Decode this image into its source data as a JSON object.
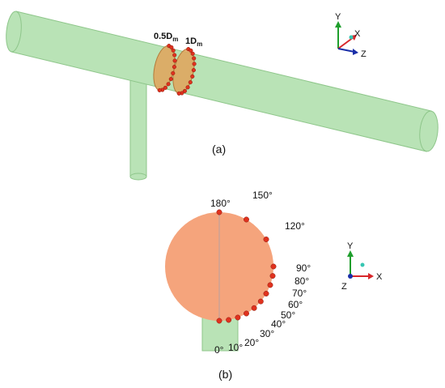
{
  "panel_a": {
    "caption": "(a)",
    "sections": [
      {
        "label_main": "0.5D",
        "label_sub": "m"
      },
      {
        "label_main": "1D",
        "label_sub": "m"
      }
    ],
    "axes": {
      "y": "Y",
      "x": "X",
      "z": "Z"
    }
  },
  "panel_b": {
    "caption": "(b)",
    "angle_labels": [
      "180°",
      "150°",
      "120°",
      "90°",
      "80°",
      "70°",
      "60°",
      "50°",
      "40°",
      "30°",
      "20°",
      "10°",
      "0°"
    ],
    "axes": {
      "y": "Y",
      "x": "X",
      "z": "Z"
    }
  },
  "colors": {
    "pipe_fill": "#b9e3b6",
    "pipe_stroke": "#8ec68a",
    "disc_fill": "#f5a47c",
    "section_fill": "#e0a35a",
    "probe": "#e0321e",
    "axis_y": "#1e9e2c",
    "axis_x": "#d8262a",
    "axis_z": "#1a2fa8",
    "origin": "#36c6b2"
  }
}
